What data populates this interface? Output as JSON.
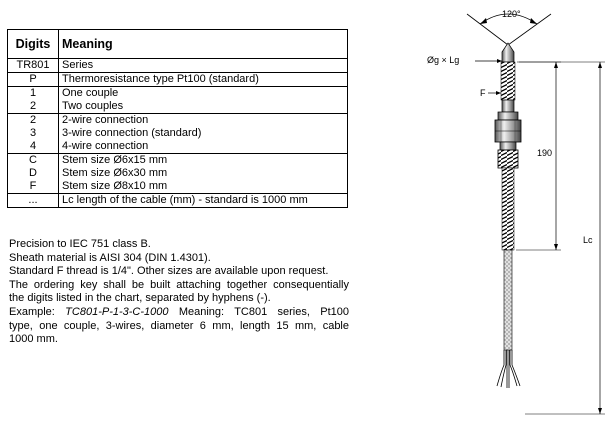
{
  "table": {
    "header": {
      "digits": "Digits",
      "meaning": "Meaning"
    },
    "groups": [
      [
        {
          "digit": "TR801",
          "meaning": "Series"
        }
      ],
      [
        {
          "digit": "P",
          "meaning": "Thermoresistance type Pt100 (standard)"
        }
      ],
      [
        {
          "digit": "1",
          "meaning": "One couple"
        },
        {
          "digit": "2",
          "meaning": "Two couples"
        }
      ],
      [
        {
          "digit": "2",
          "meaning": "2-wire connection"
        },
        {
          "digit": "3",
          "meaning": "3-wire connection (standard)"
        },
        {
          "digit": "4",
          "meaning": "4-wire connection"
        }
      ],
      [
        {
          "digit": "C",
          "meaning": "Stem size Ø6x15 mm"
        },
        {
          "digit": "D",
          "meaning": "Stem size Ø6x30 mm"
        },
        {
          "digit": "F",
          "meaning": "Stem size Ø8x10 mm"
        }
      ],
      [
        {
          "digit": "...",
          "meaning": "Lc length of the cable (mm)  -  standard is 1000 mm"
        }
      ]
    ]
  },
  "notes": {
    "precision": "Precision to IEC 751 class B.",
    "sheath": "Sheath material is AISI 304 (DIN 1.4301).",
    "thread": "Standard F thread is 1/4\". Other sizes are available upon request.",
    "ordering_1": "The ordering key shall be built attaching together consequentially",
    "ordering_2": "the digits listed in the chart, separated by hyphens (-).",
    "example_label": "Example:",
    "example_code": "TC801-P-1-3-C-1000",
    "example_meaning_label": "Meaning:",
    "example_meaning_1": "TC801 series, Pt100",
    "example_line2": "type, one couple, 3-wires, diameter 6 mm, length 15 mm, cable",
    "example_line3": "1000 mm."
  },
  "diagram": {
    "angle": "120°",
    "tip_label": "Øg × Lg",
    "f_label": "F",
    "length_190": "190",
    "length_lc": "Lc"
  }
}
